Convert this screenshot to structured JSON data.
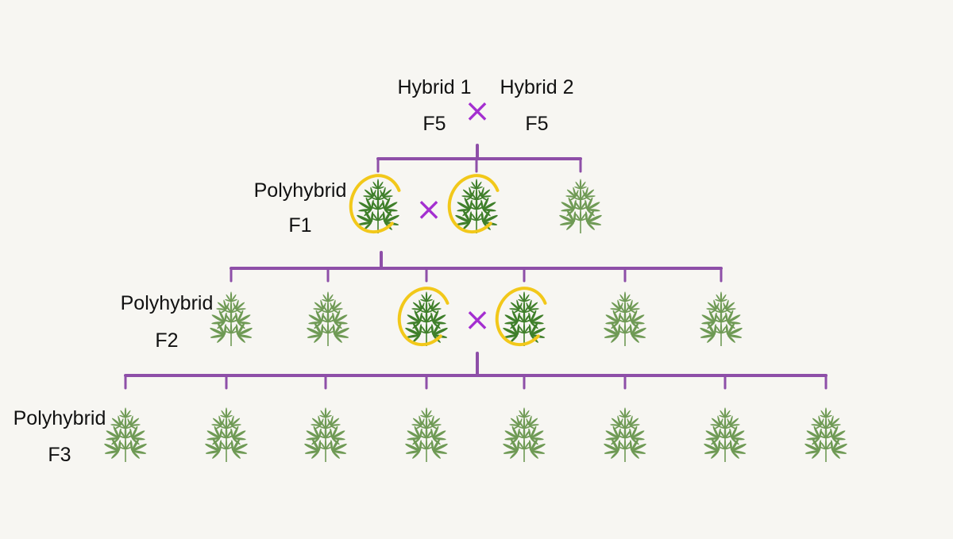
{
  "colors": {
    "background": "#f7f6f2",
    "connector": "#8e4fa8",
    "cross": "#a42fd0",
    "selection_circle": "#f2c81a",
    "plant_selected": "#3f7f2a",
    "plant_other": "#6f9a55"
  },
  "cross_symbol": "×",
  "parents": [
    {
      "name": "Hybrid 1",
      "generation": "F5"
    },
    {
      "name": "Hybrid 2",
      "generation": "F5"
    }
  ],
  "generations": [
    {
      "label": "Polyhybrid",
      "generation": "F1",
      "plant_count": 3,
      "selected_plants": [
        1,
        2
      ]
    },
    {
      "label": "Polyhybrid",
      "generation": "F2",
      "plant_count": 6,
      "selected_plants": [
        3,
        4
      ]
    },
    {
      "label": "Polyhybrid",
      "generation": "F3",
      "plant_count": 8,
      "selected_plants": []
    }
  ],
  "icons": {
    "plant": "cannabis-plant-icon",
    "cross": "cross-x-icon",
    "selection": "selection-circle"
  }
}
